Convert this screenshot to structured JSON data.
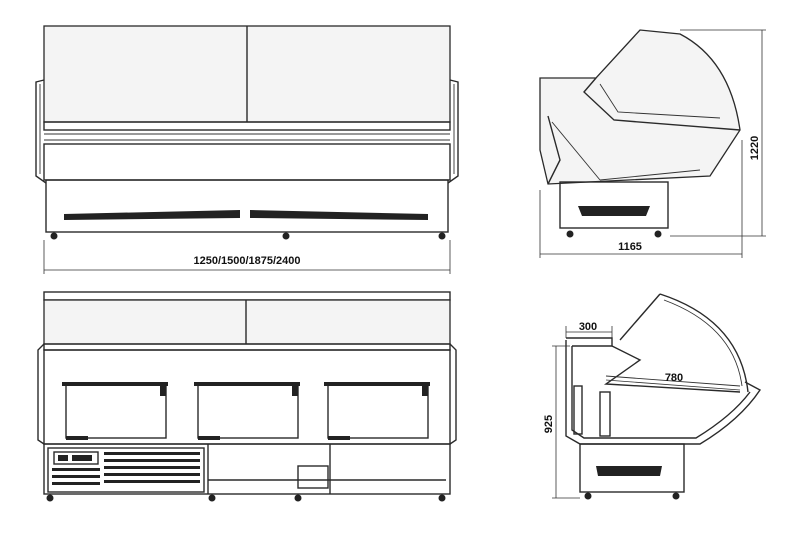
{
  "dimensions": {
    "front_width": "1250/1500/1875/2400",
    "side_depth": "1165",
    "side_height": "1220",
    "section_counter_depth": "300",
    "section_glass": "780",
    "section_height": "925"
  }
}
